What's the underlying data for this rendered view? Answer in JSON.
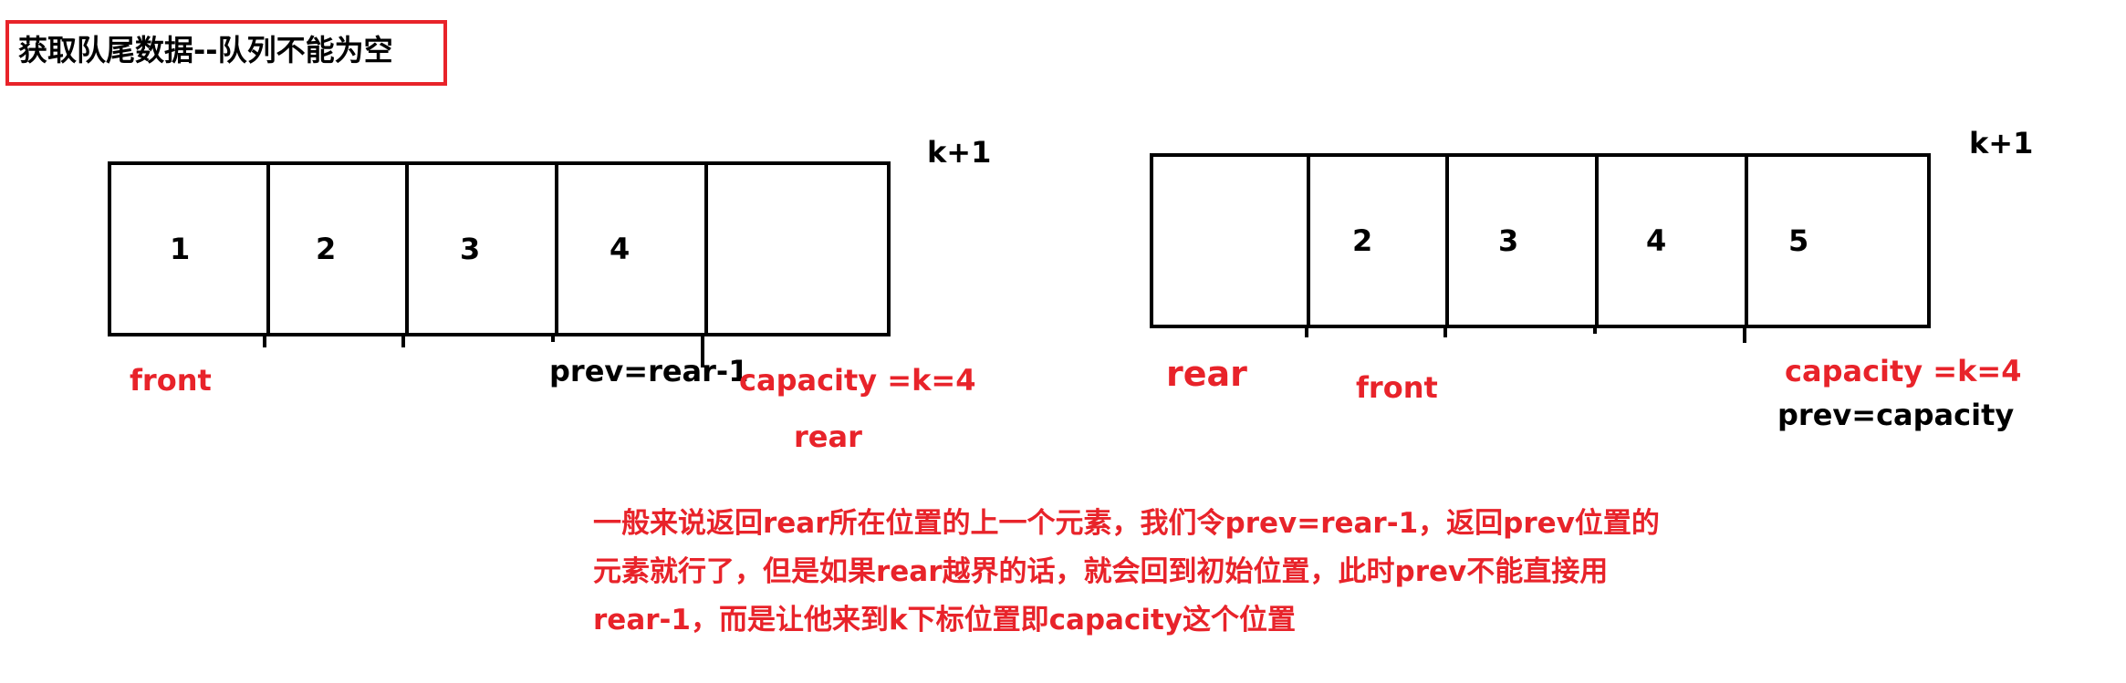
{
  "title": "获取队尾数据--队列不能为空",
  "left_diagram": {
    "cells": [
      "1",
      "2",
      "3",
      "4",
      ""
    ],
    "size_label": "k+1",
    "front_label": "front",
    "prev_label": "prev=rear-1",
    "capacity_label": "capacity =k=4",
    "rear_label": "rear"
  },
  "right_diagram": {
    "cells": [
      "",
      "2",
      "3",
      "4",
      "5"
    ],
    "size_label": "k+1",
    "rear_label": "rear",
    "front_label": "front",
    "capacity_label": "capacity =k=4",
    "prev_label": "prev=capacity"
  },
  "explanation": [
    "一般来说返回rear所在位置的上一个元素，我们令prev=rear-1，返回prev位置的",
    "元素就行了，但是如果rear越界的话，就会回到初始位置，此时prev不能直接用",
    "rear-1，而是让他来到k下标位置即capacity这个位置"
  ],
  "colors": {
    "accent_red": "#e8232a",
    "ink": "#000000"
  }
}
